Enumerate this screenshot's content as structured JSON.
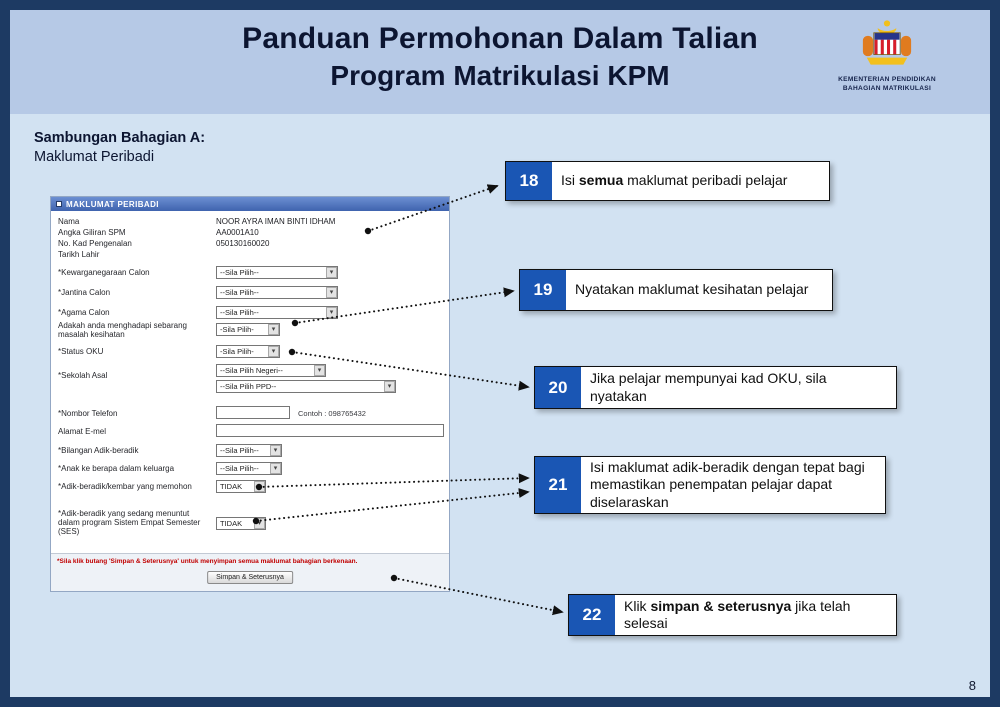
{
  "slide": {
    "title_line1": "Panduan Permohonan Dalam Talian",
    "title_line2": "Program Matrikulasi KPM",
    "logo_caption_line1": "KEMENTERIAN PENDIDIKAN",
    "logo_caption_line2": "BAHAGIAN MATRIKULASI",
    "section_heading": "Sambungan Bahagian A:",
    "section_subheading": "Maklumat Peribadi",
    "page_number": "8"
  },
  "icons": {
    "dropdown_arrow": "▾"
  },
  "colors": {
    "accent_blue": "#1a56b4",
    "border_navy": "#1d3a63",
    "band_blue": "#b6c9e6",
    "background_blue": "#d2e2f2",
    "form_header_blue": "#4a70c0",
    "note_red": "#c00000"
  },
  "form": {
    "header": "MAKLUMAT PERIBADI",
    "fields": {
      "nama": {
        "label": "Nama",
        "value": "NOOR AYRA IMAN BINTI IDHAM"
      },
      "angka": {
        "label": "Angka Giliran SPM",
        "value": "AA0001A10"
      },
      "kp": {
        "label": "No. Kad Pengenalan",
        "value": "050130160020"
      },
      "lahir": {
        "label": "Tarikh Lahir",
        "value": ""
      },
      "warga": {
        "label": "*Kewarganegaraan Calon",
        "value": "--Sila Pilih--"
      },
      "jantina": {
        "label": "*Jantina Calon",
        "value": "--Sila Pilih--"
      },
      "agama": {
        "label": "*Agama Calon",
        "value": "--Sila Pilih--"
      },
      "kesihatan": {
        "label": "Adakah anda menghadapi sebarang masalah kesihatan",
        "value": "-Sila Pilih-"
      },
      "oku": {
        "label": "*Status OKU",
        "value": "-Sila Pilih-"
      },
      "sekolah": {
        "label": "*Sekolah Asal",
        "value_negeri": "--Sila Pilih Negeri--",
        "value_ppd": "--Sila Pilih PPD--"
      },
      "telefon": {
        "label": "*Nombor Telefon",
        "hint": "Contoh : 098765432"
      },
      "emel": {
        "label": "Alamat E-mel"
      },
      "bilangan": {
        "label": "*Bilangan Adik-beradik",
        "value": "--Sila Pilih--"
      },
      "anak": {
        "label": "*Anak ke berapa dalam keluarga",
        "value": "--Sila Pilih--"
      },
      "kembar": {
        "label": "*Adik-beradik/kembar yang memohon",
        "value": "TIDAK"
      },
      "ses": {
        "label": "*Adik-beradik yang sedang menuntut dalam program Sistem Empat Semester (SES)",
        "value": "TIDAK"
      }
    },
    "footer_note": "*Sila klik butang 'Simpan & Seterusnya' untuk menyimpan semua maklumat bahagian berkenaan.",
    "save_button": "Simpan & Seterusnya"
  },
  "callouts": [
    {
      "number": "18",
      "pre": "Isi ",
      "bold": "semua",
      "post": " maklumat peribadi pelajar"
    },
    {
      "number": "19",
      "pre": "Nyatakan maklumat kesihatan pelajar",
      "bold": "",
      "post": ""
    },
    {
      "number": "20",
      "pre": "Jika pelajar mempunyai kad OKU, sila nyatakan",
      "bold": "",
      "post": ""
    },
    {
      "number": "21",
      "pre": "Isi maklumat adik-beradik dengan tepat bagi memastikan penempatan pelajar dapat diselaraskan",
      "bold": "",
      "post": ""
    },
    {
      "number": "22",
      "pre": "Klik ",
      "bold": "simpan & seterusnya",
      "post": " jika telah selesai"
    }
  ]
}
